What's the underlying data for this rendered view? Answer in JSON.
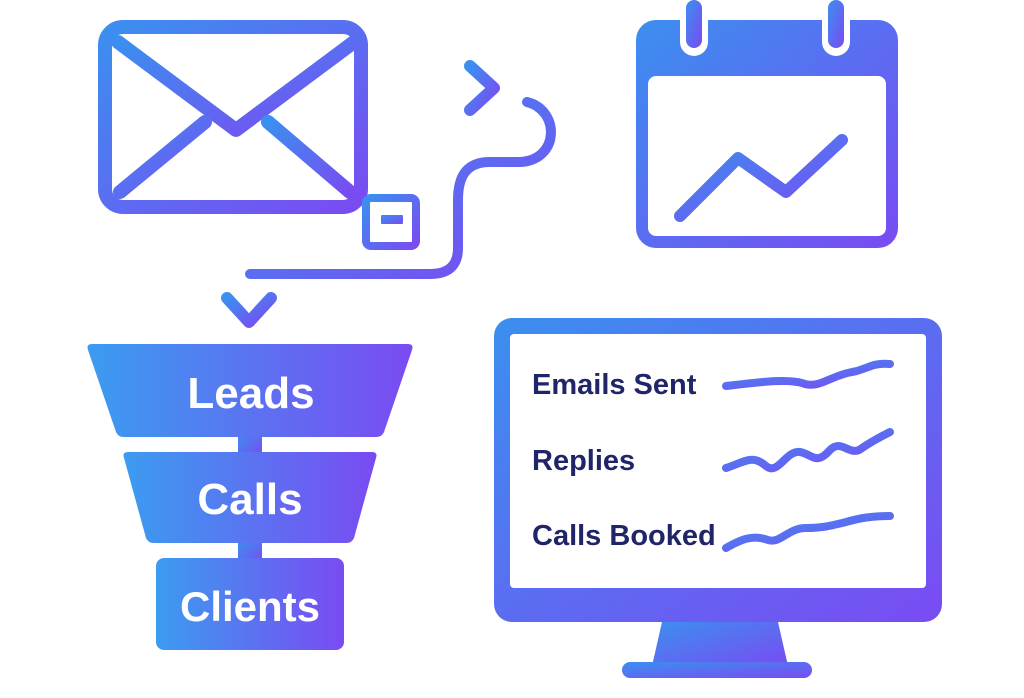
{
  "colors": {
    "gradient_start": "#3b8ff0",
    "gradient_end": "#7a4bf2",
    "metric_text": "#1f2567",
    "background": "#ffffff"
  },
  "icons": {
    "email": "envelope-icon",
    "attachment": "briefcase-tag-icon",
    "calendar": "calendar-trend-icon",
    "monitor": "monitor-icon"
  },
  "funnel": {
    "stages": [
      {
        "label": "Leads"
      },
      {
        "label": "Calls"
      },
      {
        "label": "Clients"
      }
    ]
  },
  "dashboard": {
    "metrics": [
      {
        "label": "Emails Sent"
      },
      {
        "label": "Replies"
      },
      {
        "label": "Calls Booked"
      }
    ]
  }
}
